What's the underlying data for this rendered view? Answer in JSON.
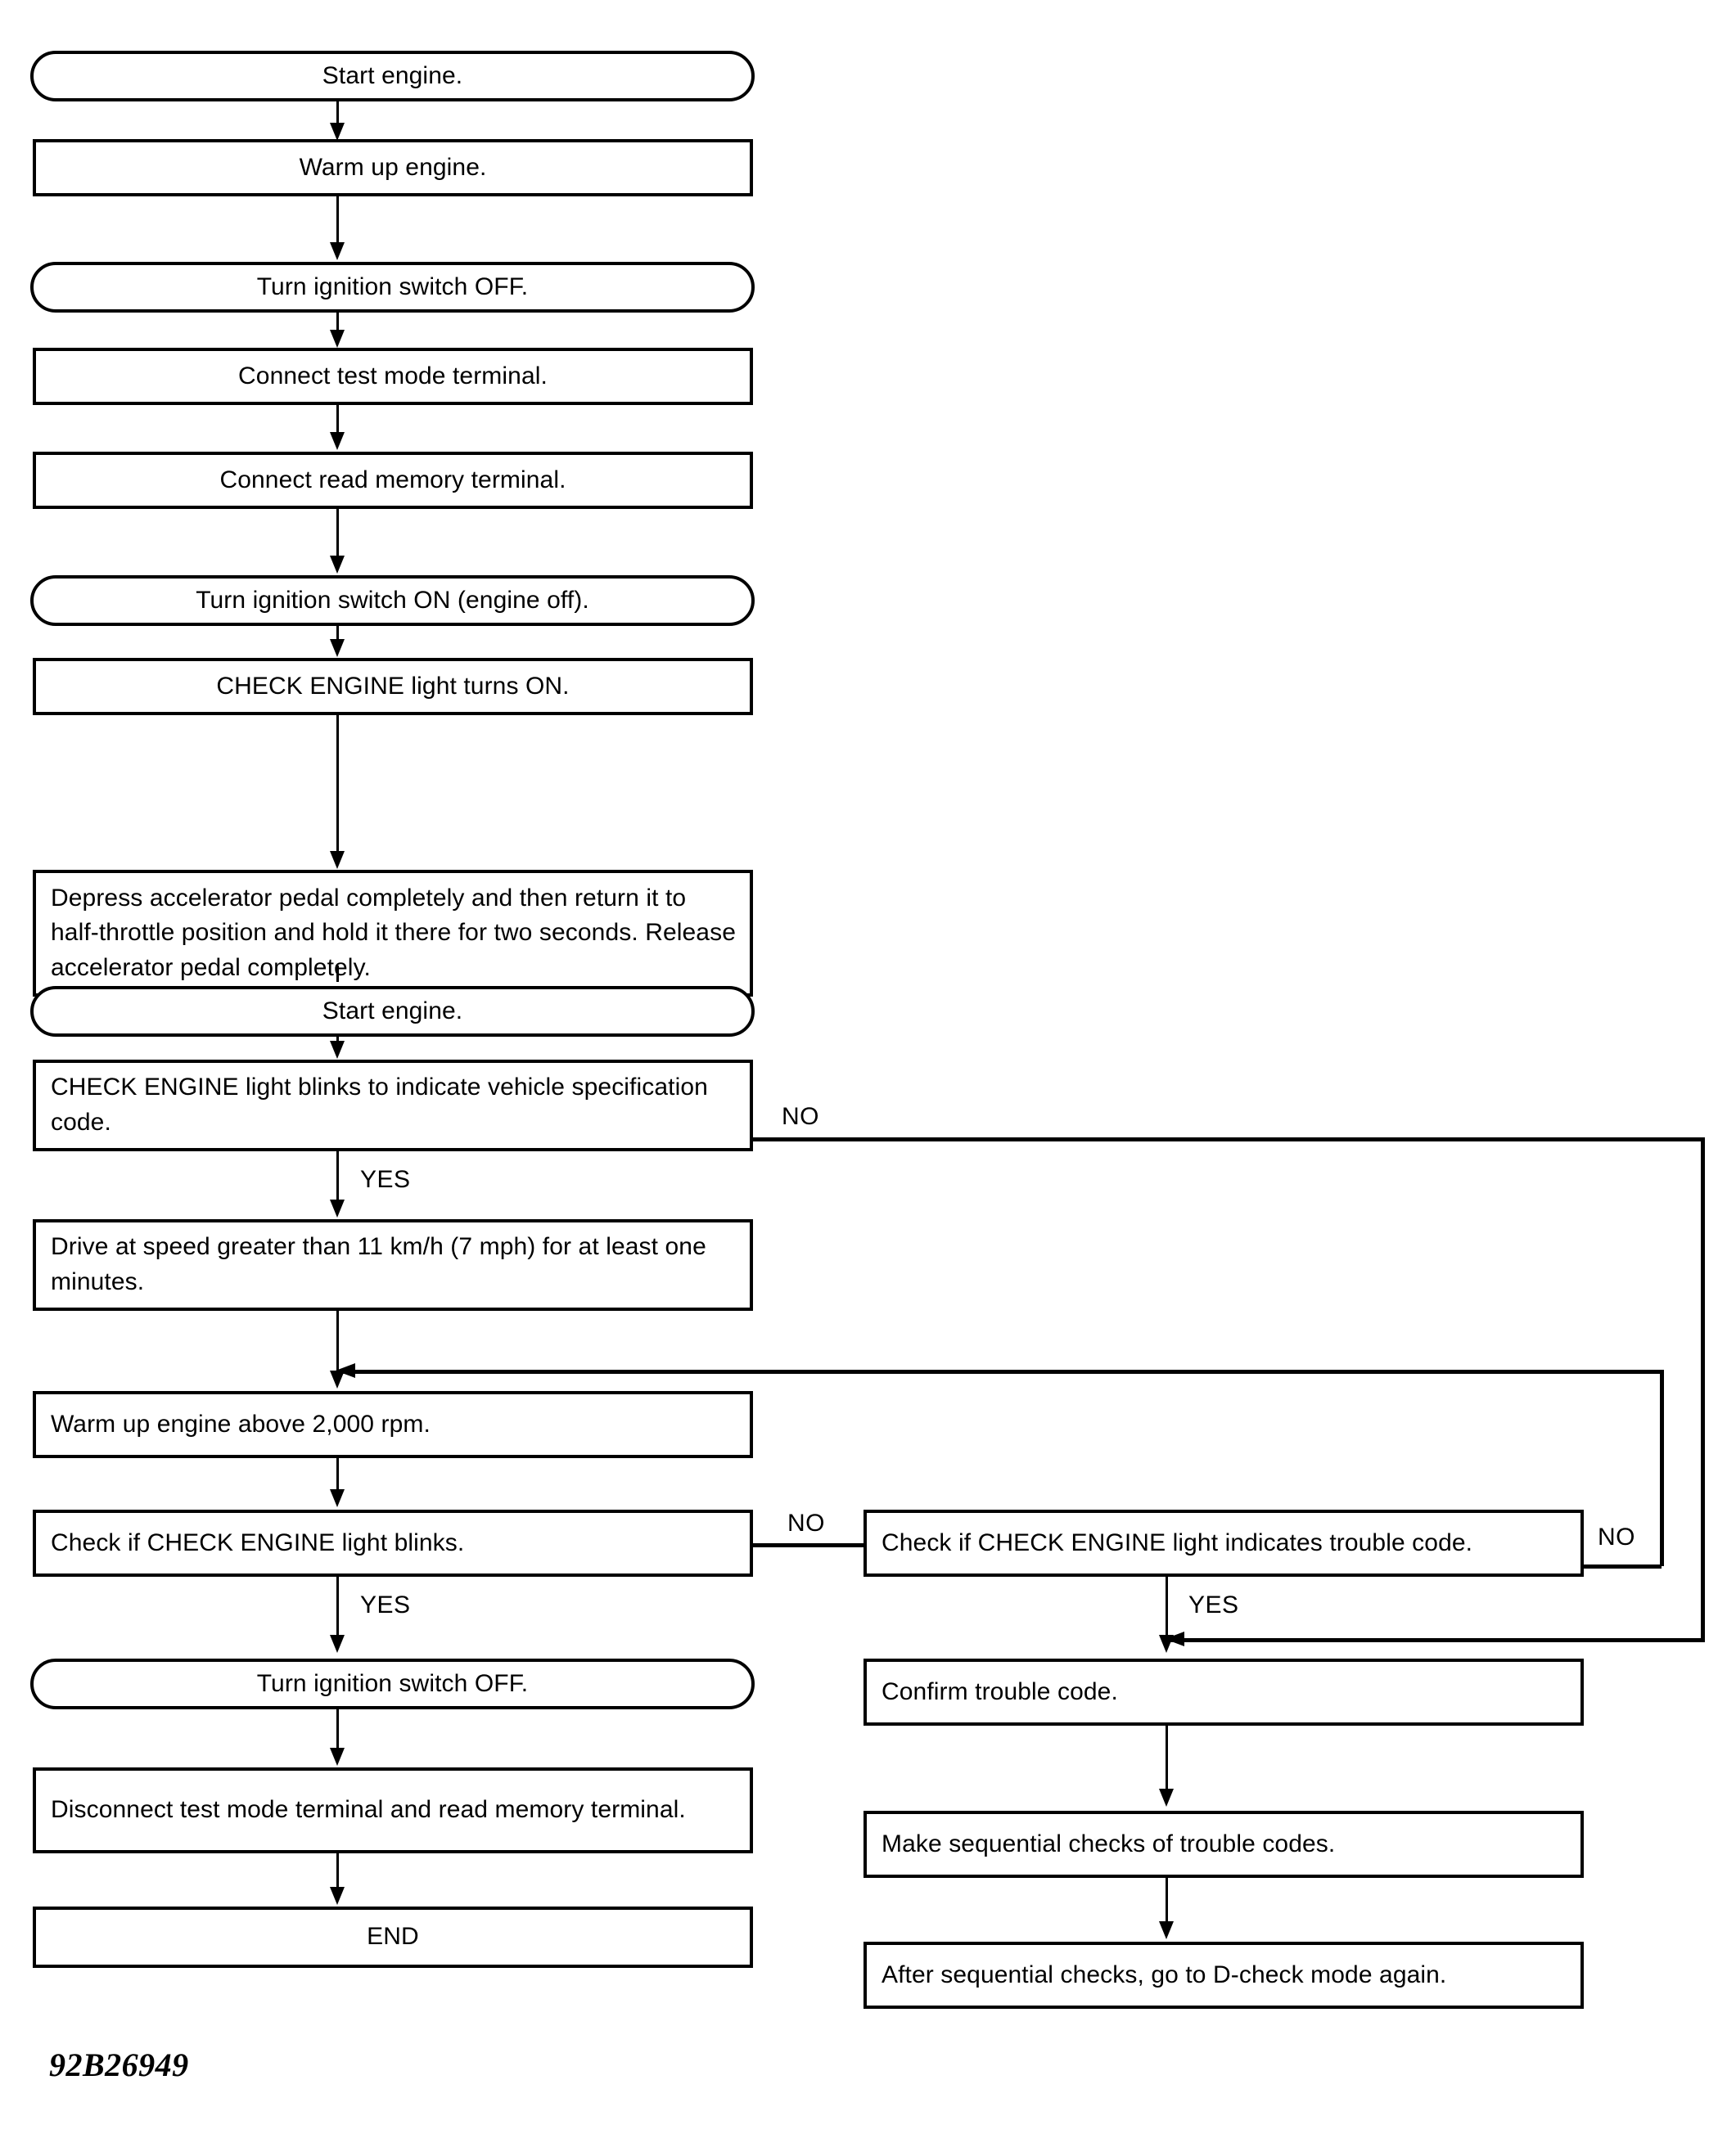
{
  "diagram": {
    "caption": "92B26949",
    "branch_labels": {
      "yes": "YES",
      "no": "NO"
    },
    "nodes": {
      "start_engine_1": "Start engine.",
      "warm_up_engine": "Warm up engine.",
      "ignition_off_1": "Turn ignition switch OFF.",
      "connect_test_mode": "Connect test mode terminal.",
      "connect_read_memory": "Connect read memory terminal.",
      "ignition_on": "Turn ignition switch ON (engine off).",
      "check_engine_on": "CHECK ENGINE light turns ON.",
      "depress_pedal": "Depress accelerator pedal completely and then return it to half-throttle position and hold it there for two seconds. Release accelerator pedal completely.",
      "start_engine_2": "Start engine.",
      "spec_code_blinks": "CHECK ENGINE light blinks to indicate vehicle specification code.",
      "drive_speed": "Drive at speed greater than 11 km/h (7 mph) for at least one minutes.",
      "warm_up_2000": "Warm up engine above 2,000 rpm.",
      "check_blinks": "Check if CHECK ENGINE light blinks.",
      "ignition_off_2": "Turn ignition switch OFF.",
      "disconnect_terminals": "Disconnect test mode terminal and read memory terminal.",
      "end": "END",
      "check_trouble_code": "Check if CHECK ENGINE light indicates trouble code.",
      "confirm_trouble_code": "Confirm trouble code.",
      "sequential_checks": "Make sequential checks of trouble codes.",
      "d_check_again": "After sequential checks, go to D-check mode again."
    },
    "branches": {
      "spec_code_no": "NO",
      "spec_code_yes": "YES",
      "check_blinks_no": "NO",
      "check_blinks_yes": "YES",
      "trouble_code_no": "NO",
      "trouble_code_yes": "YES"
    }
  }
}
